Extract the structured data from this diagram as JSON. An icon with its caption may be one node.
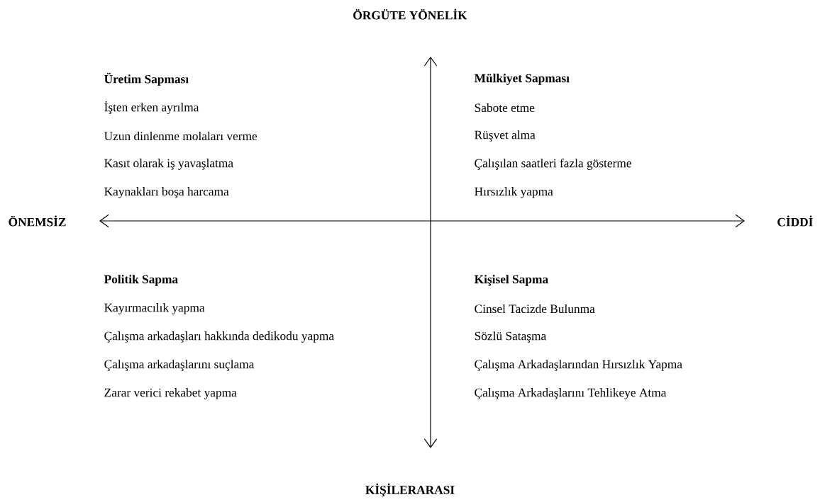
{
  "diagram": {
    "labels": [
      "ÖRGÜTE YÖNELİK",
      "Üretim Sapması",
      "İşten erken ayrılma",
      "Uzun dinlenme molaları verme",
      "Kasıt olarak iş yavaşlatma",
      "Kaynakları boşa harcama",
      "Mülkiyet Sapması",
      "Sabote etme",
      "Rüşvet alma",
      "Çalışılan saatleri fazla gösterme",
      "Hırsızlık yapma",
      "ÖNEMSİZ",
      "CİDDİ",
      "Politik Sapma",
      "Kayırmacılık yapma",
      "Çalışma arkadaşları hakkında dedikodu yapma",
      "Çalışma arkadaşlarını suçlama",
      "Zarar verici rekabet yapma",
      "Kişisel Sapma",
      "Cinsel Tacizde Bulunma",
      "Sözlü Sataşma",
      "Çalışma Arkadaşlarından Hırsızlık Yapma",
      "Çalışma Arkadaşlarını Tehlikeye Atma",
      "KİŞİLERARASI"
    ]
  }
}
